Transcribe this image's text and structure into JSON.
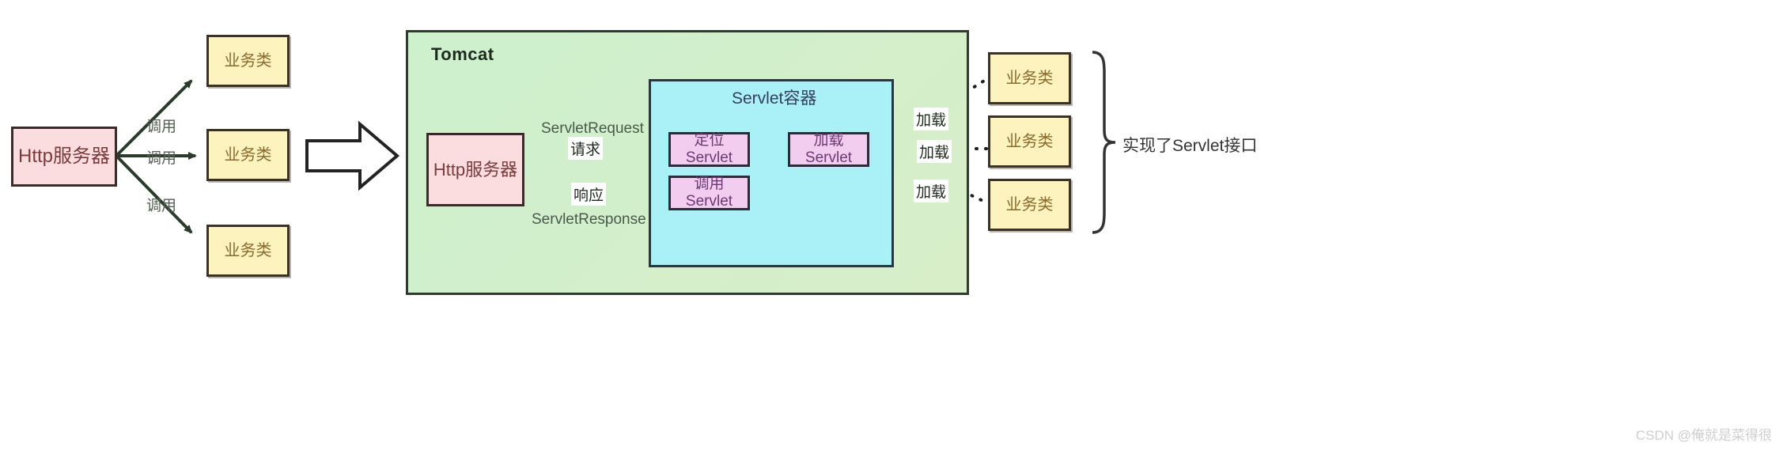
{
  "diagram": {
    "title_tomcat": "Tomcat",
    "servlet_container_title": "Servlet容器",
    "watermark": "CSDN @俺就是菜得很",
    "left": {
      "http_server": "Http服务器",
      "business_classes": [
        "业务类",
        "业务类",
        "业务类"
      ],
      "call_labels": [
        "调用",
        "调用",
        "调用"
      ]
    },
    "right": {
      "http_server": "Http服务器",
      "servlet_request": "ServletRequest",
      "servlet_response": "ServletResponse",
      "request": "请求",
      "response": "响应",
      "servlet_boxes": [
        {
          "line1": "定位",
          "line2": "Servlet"
        },
        {
          "line1": "加载",
          "line2": "Servlet"
        },
        {
          "line1": "调用",
          "line2": "Servlet"
        }
      ],
      "business_classes": [
        "业务类",
        "业务类",
        "业务类"
      ],
      "load_labels": [
        "加载",
        "加载",
        "加载"
      ],
      "brace_note": "实现了Servlet接口"
    },
    "colors": {
      "business_fill": "#fdf3bf",
      "business_stroke": "#3a3226",
      "http_fill": "#fbdde0",
      "http_stroke": "#3a2b2b",
      "tomcat_fill": "#cdf0cd",
      "tomcat_stroke": "#2f3b2f",
      "container_fill": "#aaf0f7",
      "container_stroke": "#2b3440",
      "servlet_fill": "#f3cdf0",
      "servlet_stroke": "#2b2b3a",
      "arrow": "#2b3b2b",
      "watermark": "#cfcfcf"
    }
  }
}
